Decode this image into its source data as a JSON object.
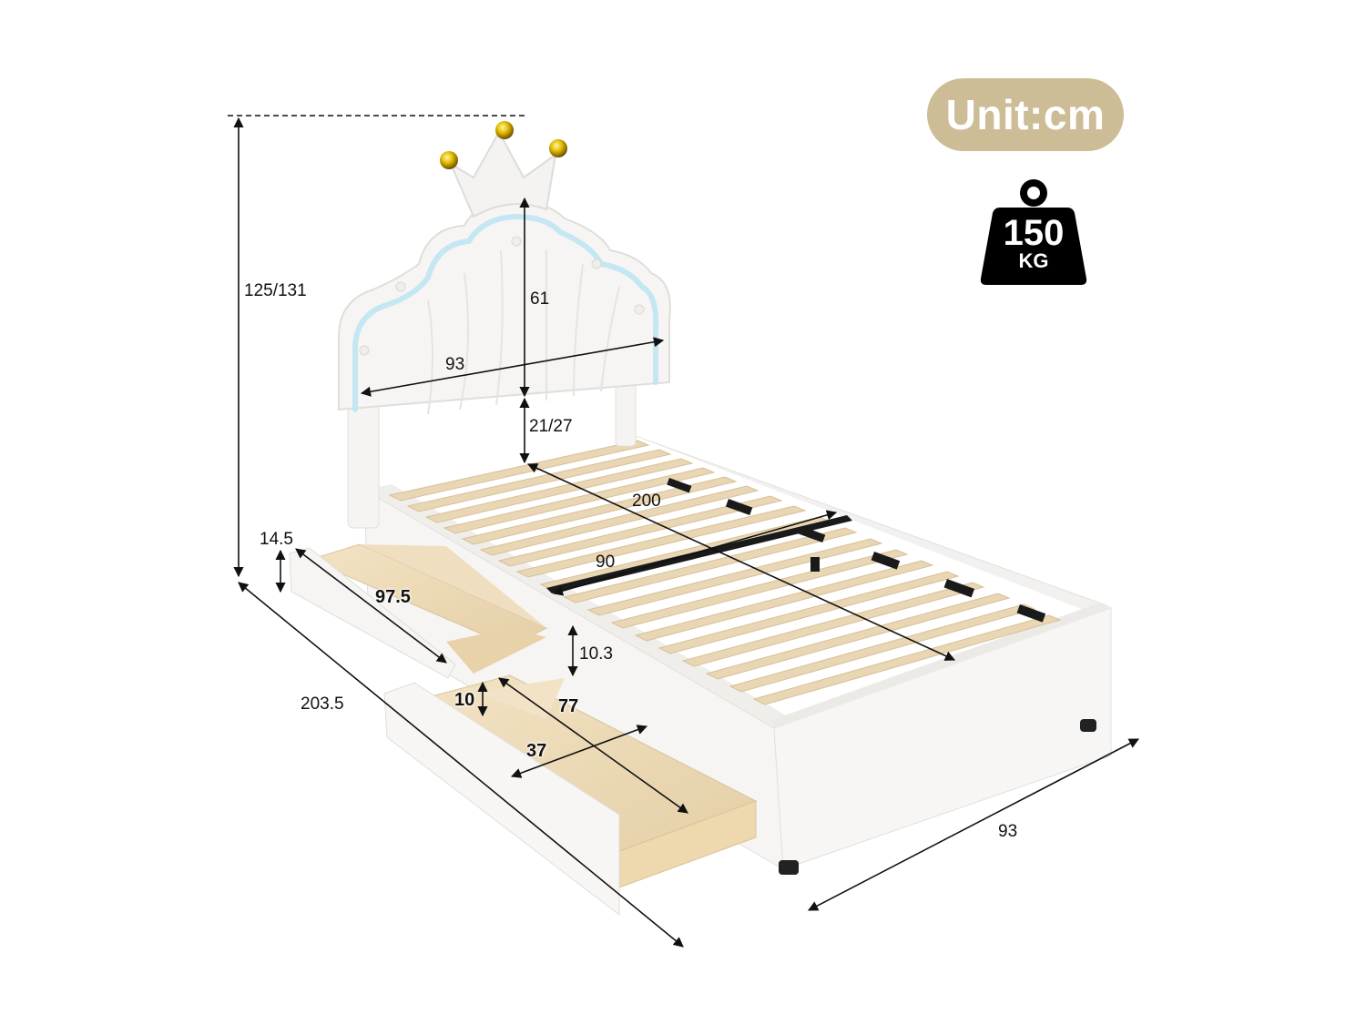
{
  "unit_badge": {
    "label": "Unit:cm",
    "bg_color": "#cdbd97",
    "text_color": "#ffffff"
  },
  "weight_badge": {
    "icon": "weight-icon",
    "value": "150",
    "unit": "KG",
    "color": "#000000"
  },
  "dimensions": {
    "total_height": "125/131",
    "headboard_height": "61",
    "headboard_width": "93",
    "headboard_clearance": "21/27",
    "mattress_length": "200",
    "mattress_width": "90",
    "drawer_front_height": "14.5",
    "drawer_length": "97.5",
    "frame_depth": "10.3",
    "drawer_inner_height": "10",
    "drawer_inner_length": "77",
    "drawer_inner_width": "37",
    "overall_length": "203.5",
    "overall_width": "93"
  },
  "colors": {
    "upholstery": "#f4f3f1",
    "slat_wood": "#e9d6b4",
    "drawer_wood": "#efdcb9",
    "led_glow": "#bfe6f3",
    "gold_knob": "#e0b600",
    "arrow": "#111111"
  }
}
